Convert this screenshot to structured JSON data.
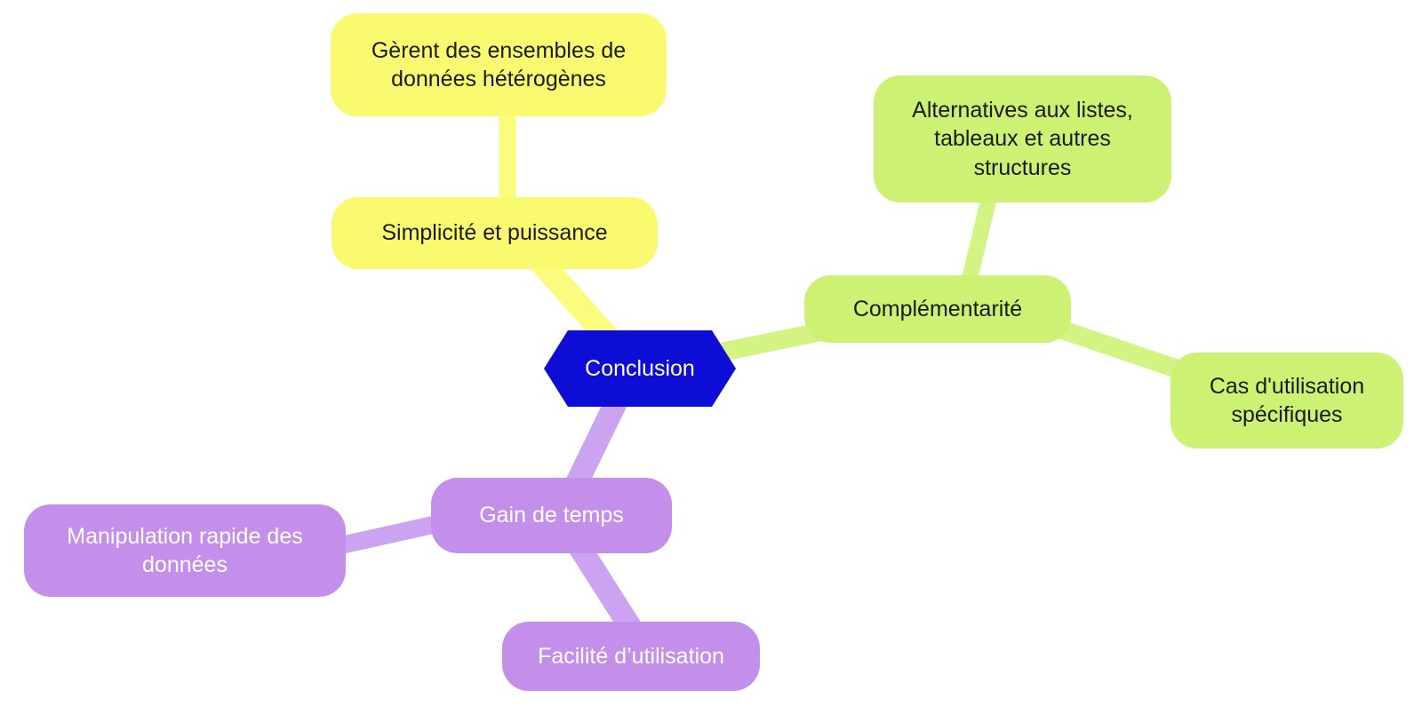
{
  "canvas": {
    "background": "#FFFFFF"
  },
  "colors": {
    "root_fill": "#0D0DD6",
    "root_text": "#FFFFFF",
    "yellow_fill": "#FAFA71",
    "yellow_edge": "#FBFB7E",
    "green_fill": "#CDF172",
    "green_edge": "#D3F383",
    "purple_fill": "#C38FEB",
    "purple_edge": "#CBA3F0",
    "dark_text": "#1B1B1B",
    "light_text": "#FFFFFF"
  },
  "mindmap": {
    "type": "mindmap",
    "root": {
      "id": "conclusion",
      "label": "Conclusion",
      "shape": "hexagon"
    },
    "branches": [
      {
        "id": "simplicite",
        "label": "Simplicité et puissance",
        "section_color": "#FAFA71",
        "children": [
          {
            "id": "gerent",
            "label": "Gèrent des ensembles de données hétérogènes"
          }
        ]
      },
      {
        "id": "complementarite",
        "label": "Complémentarité",
        "section_color": "#CDF172",
        "children": [
          {
            "id": "alternatives",
            "label": "Alternatives aux listes, tableaux et autres structures"
          },
          {
            "id": "cas",
            "label": "Cas d'utilisation spécifiques"
          }
        ]
      },
      {
        "id": "gain",
        "label": "Gain de temps",
        "section_color": "#C38FEB",
        "children": [
          {
            "id": "manipulation",
            "label": "Manipulation rapide des données"
          },
          {
            "id": "facilite",
            "label": "Facilité d’utilisation"
          }
        ]
      }
    ]
  }
}
